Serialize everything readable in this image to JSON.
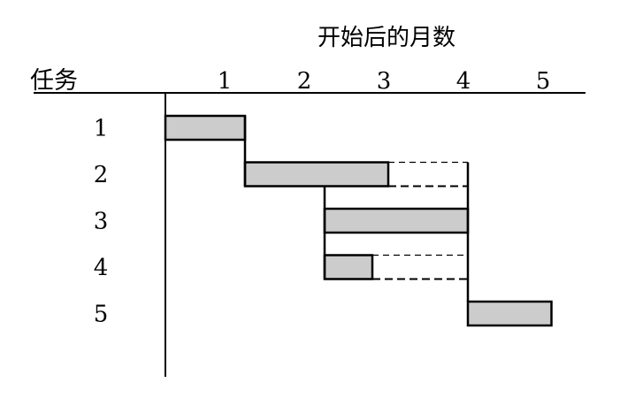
{
  "chart_data": {
    "type": "gantt",
    "title": "开始后的月数",
    "task_column_label": "任务",
    "x_ticks": [
      1,
      2,
      3,
      4,
      5
    ],
    "task_labels": [
      "1",
      "2",
      "3",
      "4",
      "5"
    ],
    "tasks": [
      {
        "task": "1",
        "start": 0.0,
        "end": 1.0
      },
      {
        "task": "2",
        "start": 1.0,
        "end": 2.8,
        "slack_end": 3.8
      },
      {
        "task": "3",
        "start": 2.0,
        "end": 3.8
      },
      {
        "task": "4",
        "start": 2.0,
        "end": 2.6,
        "slack_end": 3.8
      },
      {
        "task": "5",
        "start": 3.8,
        "end": 4.85
      }
    ],
    "grid": false,
    "colors": {
      "bar_fill": "#cccccc",
      "bar_stroke": "#000000",
      "axis": "#000000"
    }
  }
}
